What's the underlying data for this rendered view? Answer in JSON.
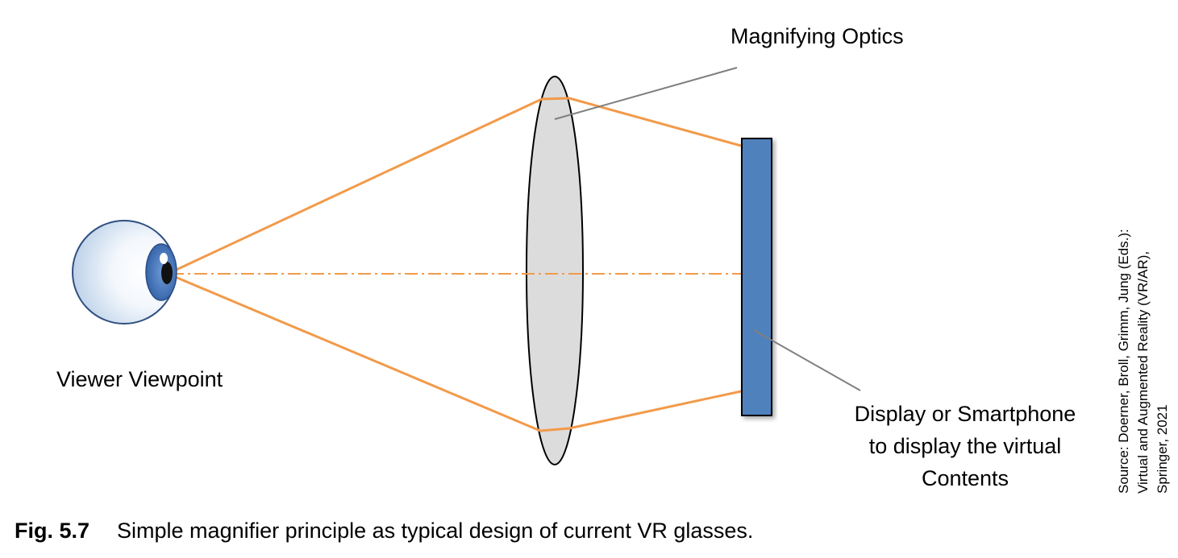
{
  "labels": {
    "optics": "Magnifying Optics",
    "viewer": "Viewer Viewpoint",
    "display_lines": [
      "Display or Smartphone",
      "to display the virtual",
      "Contents"
    ]
  },
  "source_note": {
    "lines": [
      "Source: Doerner, Broll, Grimm, Jung (Eds.):",
      "Virtual and Augmented Reality (VR/AR),",
      "Springer, 2021"
    ]
  },
  "caption": {
    "number": "Fig. 5.7",
    "text": "Simple magnifier principle as typical design of current VR glasses."
  },
  "colors": {
    "ray": "#f29a4a",
    "lens_fill": "#dcdcdc",
    "display_fill": "#4f81bd",
    "iris": "#3f73b8",
    "leader_line": "#7f7f7f"
  }
}
